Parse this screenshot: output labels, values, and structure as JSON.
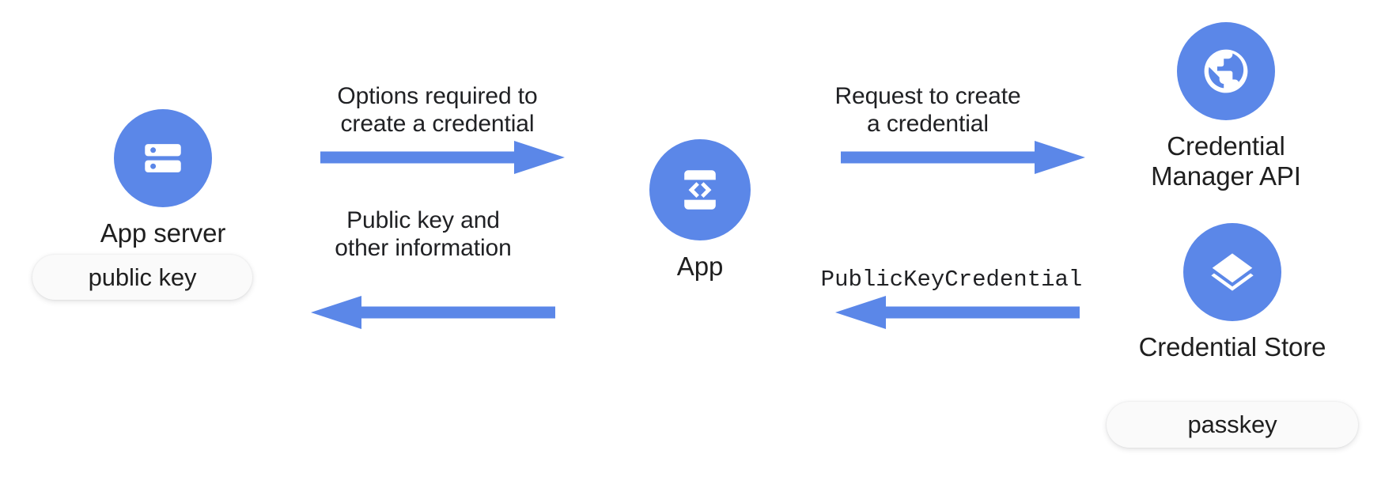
{
  "diagram": {
    "title": "Passkey creation flow between App server, App, Credential Manager API and Credential Store",
    "accent_color": "#5b87e8",
    "text_color": "#1f1f1f",
    "pill_background": "#fafafa",
    "canvas_background": "#ffffff"
  },
  "nodes": [
    {
      "id": "app-server",
      "label": "App server",
      "icon": "server-icon",
      "chip": "public key"
    },
    {
      "id": "app",
      "label": "App",
      "icon": "app-code-phone-icon",
      "chip": null
    },
    {
      "id": "credential-manager-api",
      "label": "Credential\nManager API",
      "icon": "globe-icon",
      "chip": null
    },
    {
      "id": "credential-store",
      "label": "Credential Store",
      "icon": "layers-icon",
      "chip": "passkey"
    }
  ],
  "arrows": [
    {
      "id": "options-required",
      "label": "Options required to\ncreate a credential",
      "direction": "right",
      "from": "app-server",
      "to": "app",
      "monospace": false
    },
    {
      "id": "public-key-and-other-information",
      "label": "Public key and\nother information",
      "direction": "left",
      "from": "app",
      "to": "app-server",
      "monospace": false
    },
    {
      "id": "request-to-create-a-credential",
      "label": "Request to create\na credential",
      "direction": "right",
      "from": "app",
      "to": "credential-manager-api",
      "monospace": false
    },
    {
      "id": "public-key-credential",
      "label": "PublicKeyCredential",
      "direction": "left",
      "from": "credential-store",
      "to": "app",
      "monospace": true
    }
  ]
}
